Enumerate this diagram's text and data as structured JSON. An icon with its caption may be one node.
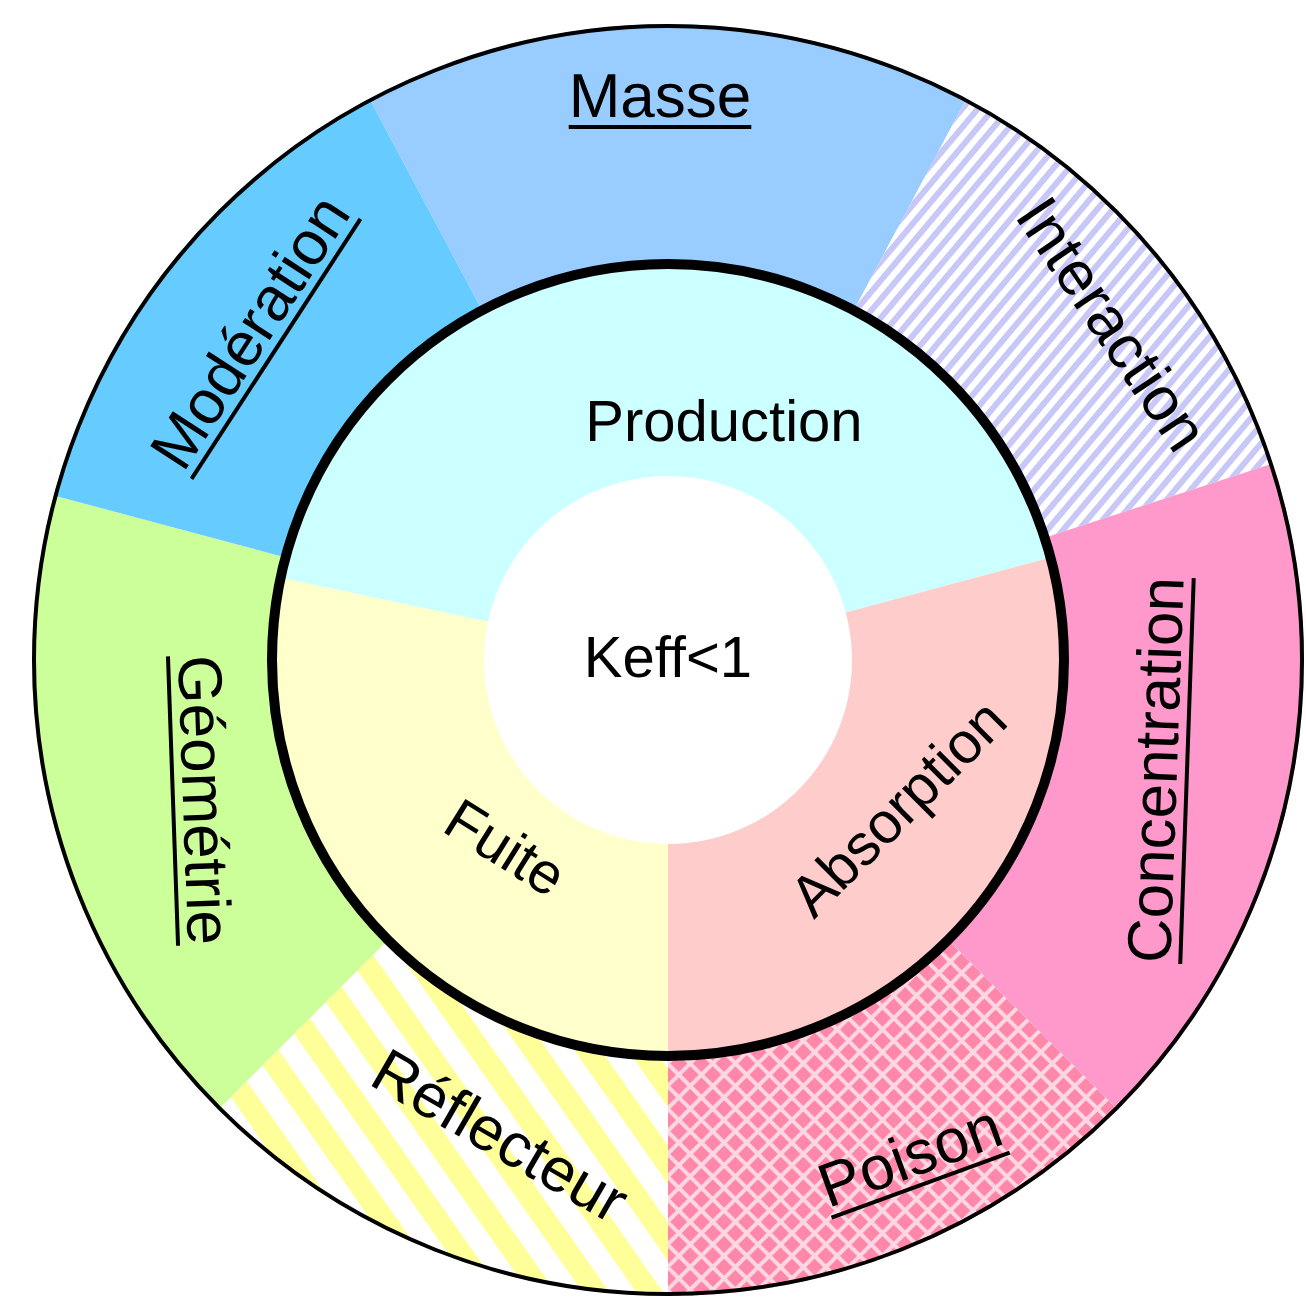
{
  "diagram": {
    "nodes": [
      {
        "text": [
          "Keff<1"
        ]
      },
      {
        "text": [
          "Production"
        ]
      },
      {
        "text": [
          "Absorption"
        ]
      },
      {
        "text": [
          "Fuite"
        ]
      },
      {
        "text": [
          "Masse"
        ]
      },
      {
        "text": [
          "Interaction"
        ]
      },
      {
        "text": [
          "Concentration"
        ]
      },
      {
        "text": [
          "Poison"
        ]
      },
      {
        "text": [
          "Réflecteur"
        ]
      },
      {
        "text": [
          "Géométrie"
        ]
      },
      {
        "text": [
          "Modération"
        ]
      }
    ]
  }
}
